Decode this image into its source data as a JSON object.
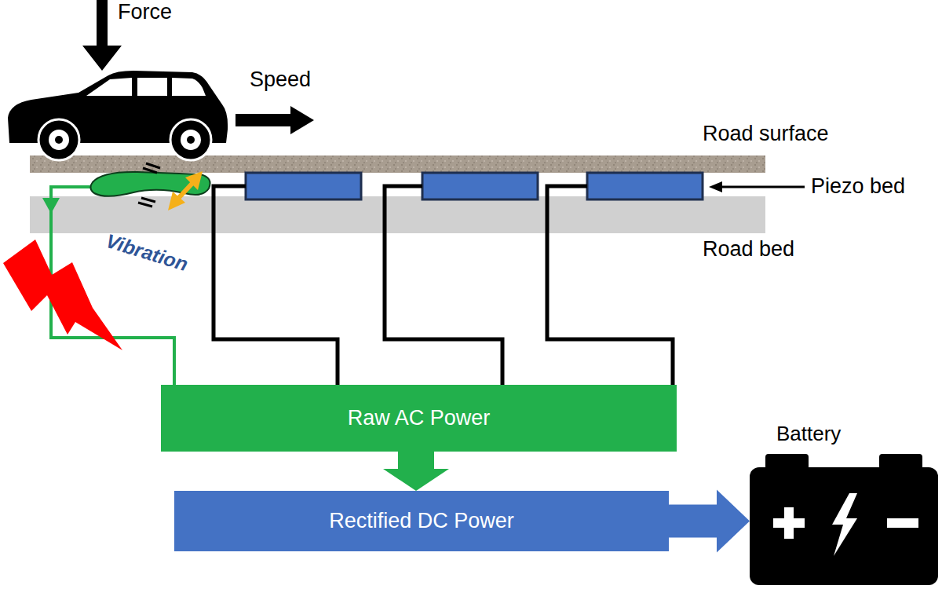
{
  "diagram": {
    "nodes": [
      {
        "text": [
          "Raw AC Power"
        ]
      },
      {
        "text": [
          "Rectified DC Power"
        ]
      },
      {
        "text": [
          "Battery"
        ]
      }
    ],
    "edges": [
      {
        "from": 0,
        "to": 1,
        "arrow": "to"
      },
      {
        "from": 1,
        "to": 2,
        "arrow": "to"
      }
    ],
    "labels": [
      "Force",
      "Speed",
      "Road surface",
      "Piezo bed",
      "Road bed",
      "Vibration"
    ]
  }
}
